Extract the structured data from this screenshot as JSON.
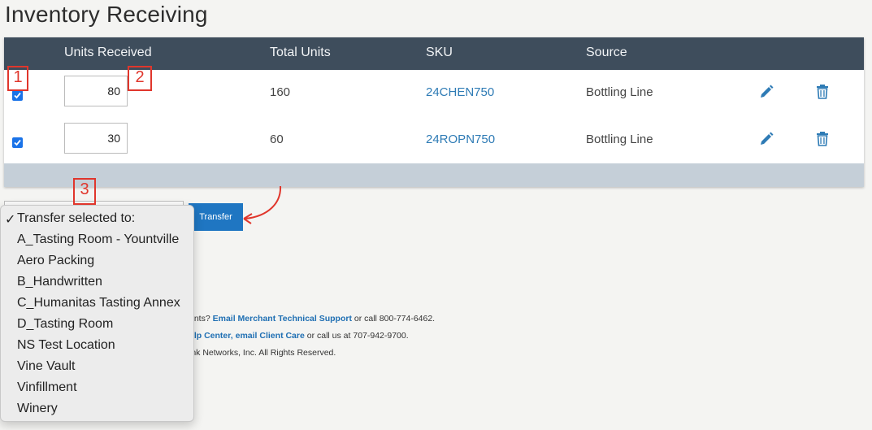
{
  "page": {
    "title": "Inventory Receiving"
  },
  "table": {
    "headers": {
      "units_received": "Units Received",
      "total_units": "Total Units",
      "sku": "SKU",
      "source": "Source"
    },
    "rows": [
      {
        "checked": true,
        "units_received": "80",
        "total_units": "160",
        "sku": "24CHEN750",
        "source": "Bottling Line"
      },
      {
        "checked": true,
        "units_received": "30",
        "total_units": "60",
        "sku": "24ROPN750",
        "source": "Bottling Line"
      }
    ]
  },
  "transfer": {
    "button_label": "Transfer"
  },
  "dropdown": {
    "selected_label": "Transfer selected to:",
    "check": "✓",
    "options": [
      "A_Tasting Room - Yountville",
      "Aero Packing",
      "B_Handwritten",
      "C_Humanitas Tasting Annex",
      "D_Tasting Room",
      "NS Test Location",
      "Vine Vault",
      "Vinfillment",
      "Winery"
    ]
  },
  "footer": {
    "line1_prefix": "ents? ",
    "line1_link": "Email Merchant Technical Support",
    "line1_suffix": " or call 800-774-6462.",
    "line2_link1": "elp Center",
    "line2_sep": ", ",
    "line2_link2": "email Client Care",
    "line2_suffix": " or call us at 707-942-9700.",
    "line3": "ink Networks, Inc. All Rights Reserved."
  },
  "annotations": {
    "marker1": "1",
    "marker2": "2",
    "marker3": "3"
  },
  "colors": {
    "header_bg": "#3e4d5c",
    "link": "#2e7bb5",
    "button": "#1f76c2",
    "annotation": "#e0362c"
  }
}
